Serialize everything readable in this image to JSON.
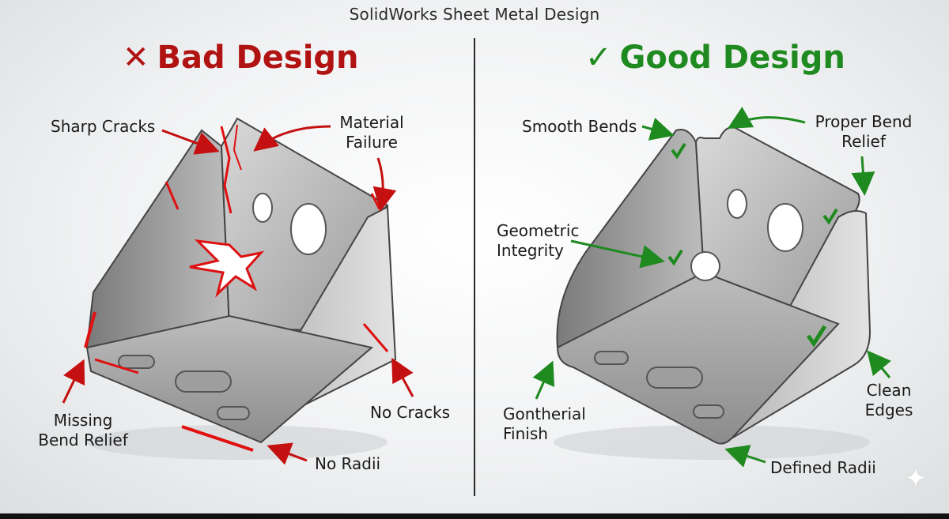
{
  "title": "SolidWorks Sheet Metal Design",
  "bad": {
    "heading": "Bad Design",
    "mark": "✕",
    "labels": {
      "sharp_cracks": "Sharp Cracks",
      "material_failure_1": "Material",
      "material_failure_2": "Failure",
      "missing_relief_1": "Missing",
      "missing_relief_2": "Bend Relief",
      "no_cracks": "No Cracks",
      "no_radii": "No Radii"
    }
  },
  "good": {
    "heading": "Good Design",
    "mark": "✓",
    "labels": {
      "smooth_bends": "Smooth Bends",
      "proper_relief_1": "Proper Bend",
      "proper_relief_2": "Relief",
      "geometric_1": "Geometric",
      "geometric_2": "Integrity",
      "finish_1": "Gontherial",
      "finish_2": "Finish",
      "clean_1": "Clean",
      "clean_2": "Edges",
      "defined_radii": "Defined Radii"
    }
  },
  "colors": {
    "bad": "#b11212",
    "good": "#1f8a1f",
    "crack": "#e01010",
    "metal_light": "#c9c9c9",
    "metal_dark": "#6f6f6f"
  }
}
